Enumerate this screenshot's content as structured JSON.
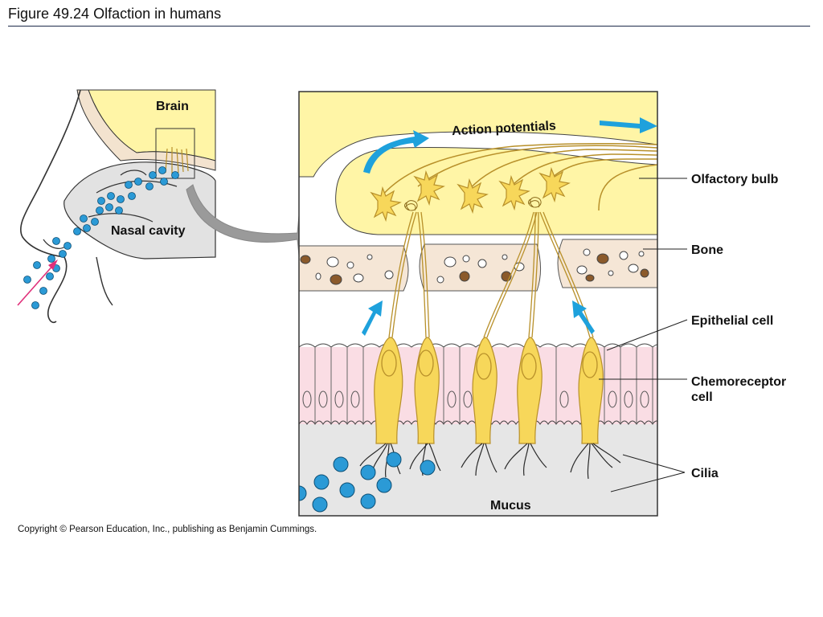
{
  "figure": {
    "title": "Figure 49.24  Olfaction in humans",
    "copyright": "Copyright © Pearson Education, Inc., publishing as Benjamin Cummings."
  },
  "labels": {
    "brain": "Brain",
    "nasal_cavity": "Nasal cavity",
    "action_potentials": "Action potentials",
    "olfactory_bulb": "Olfactory bulb",
    "bone": "Bone",
    "epithelial_cell": "Epithelial cell",
    "chemoreceptor_line1": "Chemoreceptor",
    "chemoreceptor_line2": "cell",
    "cilia": "Cilia",
    "mucus": "Mucus"
  },
  "colors": {
    "bulb_yellow": "#fff5a6",
    "neuron_yellow": "#f7d75a",
    "neuron_outline": "#b8902a",
    "bone_beige": "#f5e6d6",
    "epithelium_pink": "#fadde4",
    "mucus_gray": "#e6e6e6",
    "odorant_blue": "#2b9ad6",
    "arrow_blue": "#1ea1dc",
    "inhale_arrow": "#e0307a",
    "big_arrow_gray": "#9a9a9a"
  }
}
